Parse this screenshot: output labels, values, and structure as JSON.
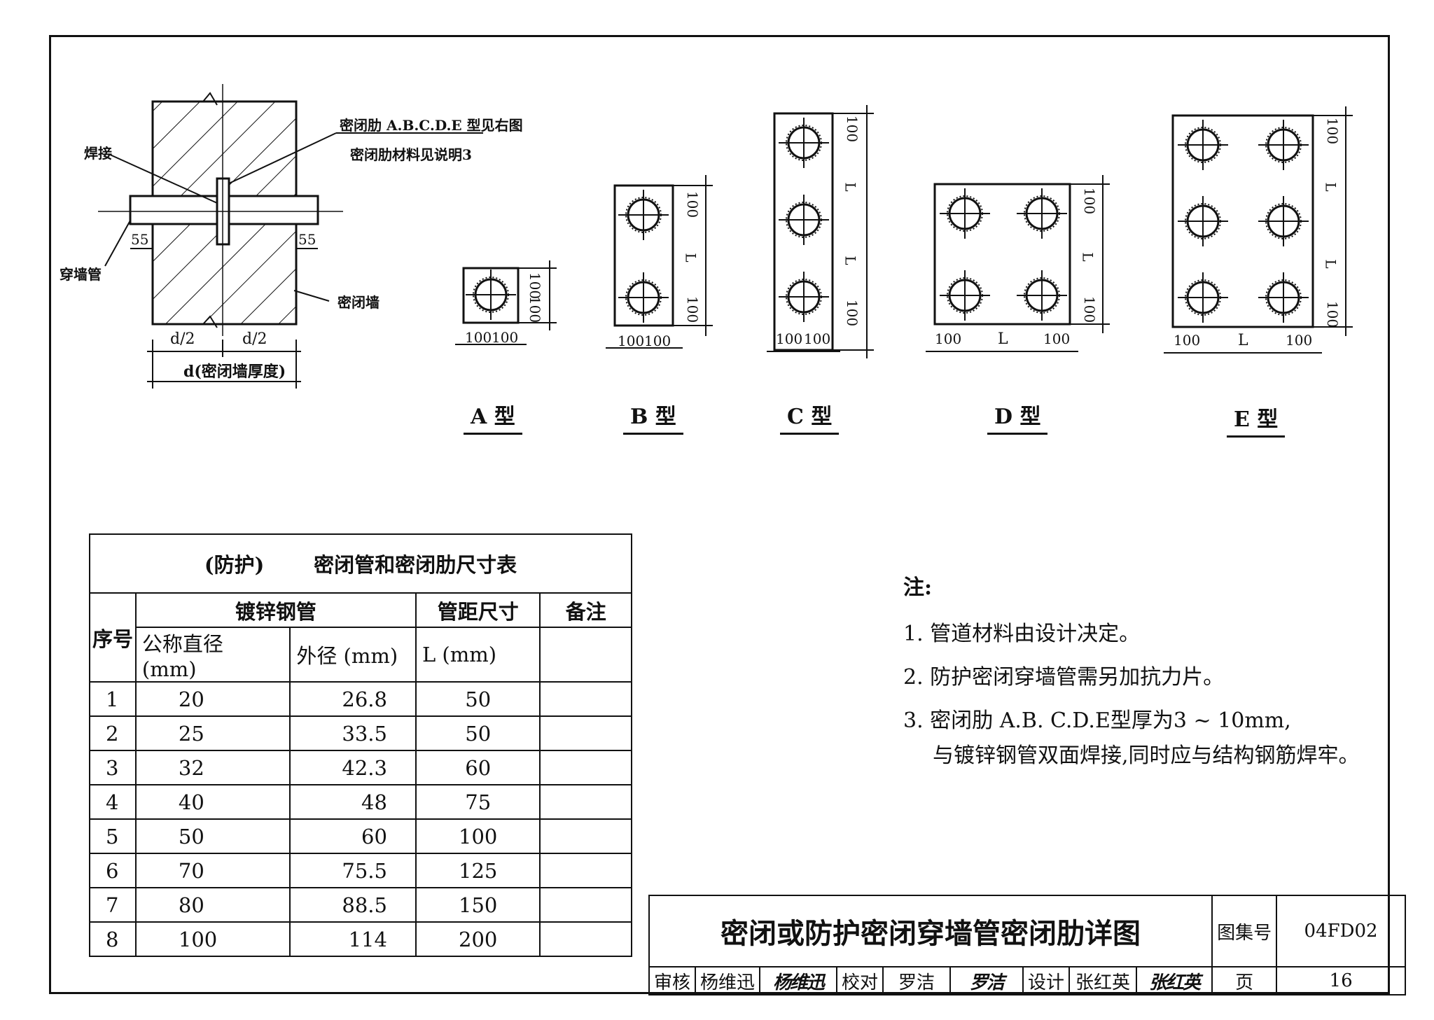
{
  "wall_section": {
    "label_rib": "密闭肋  A.B.C.D.E  型见右图",
    "label_rib_material": "密闭肋材料见说明3",
    "label_weld": "焊接",
    "label_pipe": "穿墙管",
    "label_wall": "密闭墙",
    "dim_55_left": "55",
    "dim_55_right": "55",
    "dim_half_left": "d/2",
    "dim_half_right": "d/2",
    "dim_thickness": "d(密闭墙厚度)"
  },
  "types": [
    {
      "name": "A 型"
    },
    {
      "name": "B 型"
    },
    {
      "name": "C 型"
    },
    {
      "name": "D 型"
    },
    {
      "name": "E 型"
    }
  ],
  "dims": {
    "d100": "100",
    "dL": "L"
  },
  "table": {
    "title_prefix": "(防护)",
    "title": "密闭管和密闭肋尺寸表",
    "col_seq": "序号",
    "col_group": "镀锌钢管",
    "col_spacing": "管距尺寸",
    "col_remark": "备注",
    "col_dn": "公称直径 (mm)",
    "col_od": "外径  (mm)",
    "col_l": "L  (mm)",
    "rows": [
      {
        "seq": "1",
        "dn": "20",
        "od": "26.8",
        "l": "50"
      },
      {
        "seq": "2",
        "dn": "25",
        "od": "33.5",
        "l": "50"
      },
      {
        "seq": "3",
        "dn": "32",
        "od": "42.3",
        "l": "60"
      },
      {
        "seq": "4",
        "dn": "40",
        "od": "48",
        "l": "75"
      },
      {
        "seq": "5",
        "dn": "50",
        "od": "60",
        "l": "100"
      },
      {
        "seq": "6",
        "dn": "70",
        "od": "75.5",
        "l": "125"
      },
      {
        "seq": "7",
        "dn": "80",
        "od": "88.5",
        "l": "150"
      },
      {
        "seq": "8",
        "dn": "100",
        "od": "114",
        "l": "200"
      }
    ]
  },
  "notes": {
    "title": "注:",
    "items": [
      "1. 管道材料由设计决定。",
      "2. 防护密闭穿墙管需另加抗力片。",
      "3. 密闭肋 A.B.   C.D.E型厚为3 ~ 10mm,"
    ],
    "item3_cont": "与镀锌钢管双面焊接,同时应与结构钢筋焊牢。"
  },
  "title_block": {
    "title": "密闭或防护密闭穿墙管密闭肋详图",
    "atlas_label": "图集号",
    "atlas_no": "04FD02",
    "review_label": "审核",
    "reviewer": "杨维迅",
    "reviewer_sig": "杨维迅",
    "check_label": "校对",
    "checker": "罗洁",
    "checker_sig": "罗洁",
    "design_label": "设计",
    "designer": "张红英",
    "designer_sig": "张红英",
    "page_label": "页",
    "page_no": "16"
  }
}
